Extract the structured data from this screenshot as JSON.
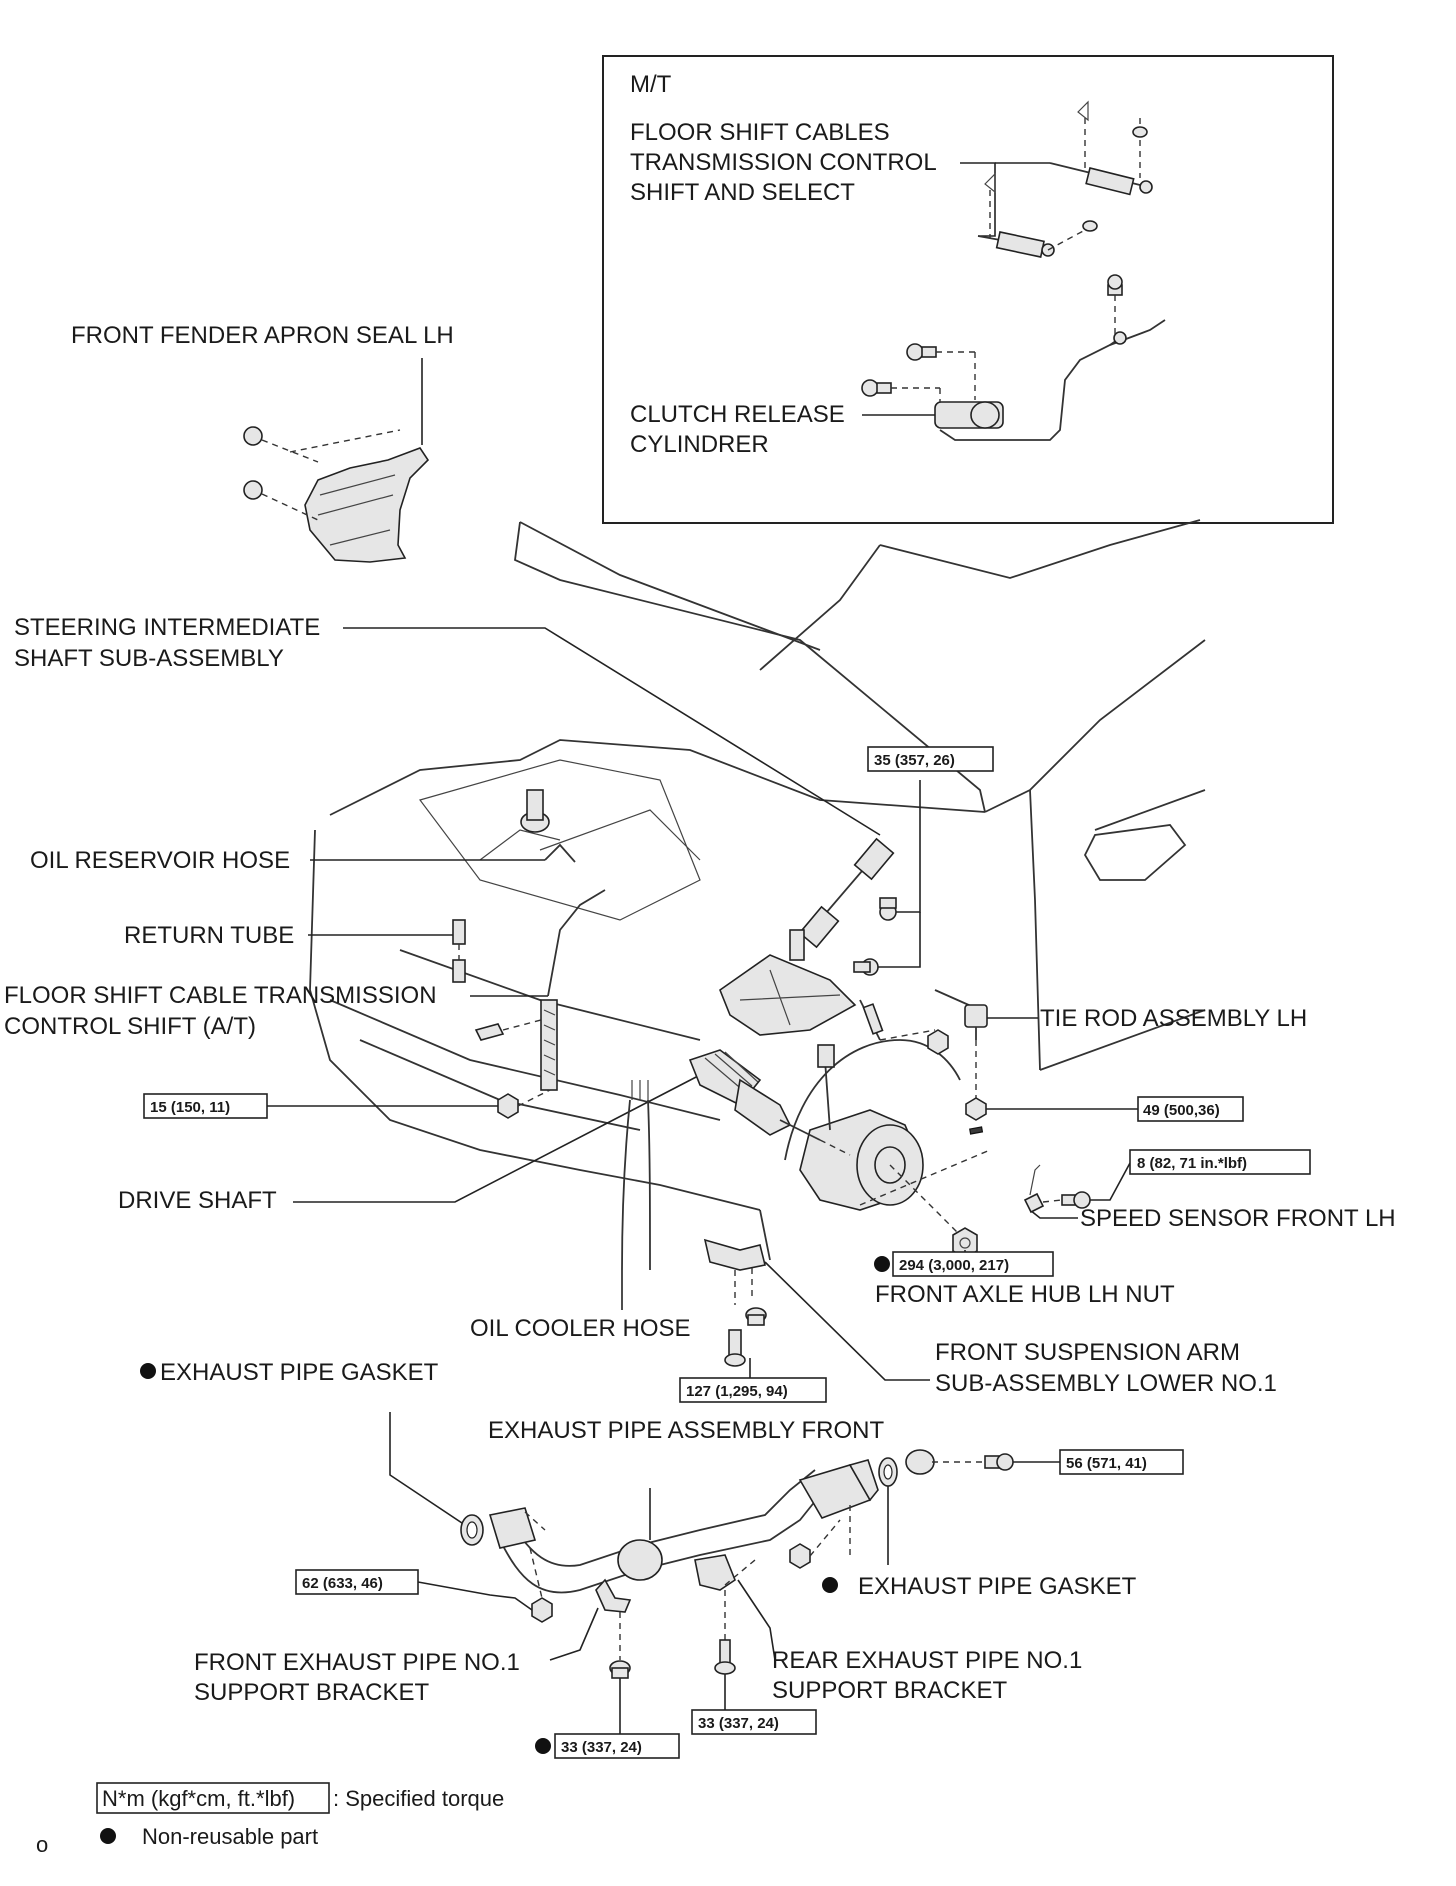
{
  "inset": {
    "title": "M/T",
    "floor_shift_cables": [
      "FLOOR SHIFT CABLES",
      "TRANSMISSION CONTROL",
      "SHIFT AND SELECT"
    ],
    "clutch_release": [
      "CLUTCH RELEASE",
      "CYLINDRER"
    ]
  },
  "labels": {
    "front_fender_apron_seal": "FRONT FENDER APRON SEAL LH",
    "steering_intermediate_shaft": [
      "STEERING INTERMEDIATE",
      "SHAFT SUB-ASSEMBLY"
    ],
    "oil_reservoir_hose": "OIL RESERVOIR HOSE",
    "return_tube": "RETURN TUBE",
    "floor_shift_cable_at": [
      "FLOOR SHIFT CABLE TRANSMISSION",
      "CONTROL SHIFT (A/T)"
    ],
    "tie_rod_assembly": "TIE ROD ASSEMBLY LH",
    "drive_shaft": "DRIVE SHAFT",
    "speed_sensor": "SPEED SENSOR FRONT LH",
    "front_axle_hub_nut": "FRONT AXLE HUB LH NUT",
    "oil_cooler_hose": "OIL COOLER HOSE",
    "front_suspension_arm": [
      "FRONT SUSPENSION ARM",
      "SUB-ASSEMBLY LOWER NO.1"
    ],
    "exhaust_pipe_gasket_top": "EXHAUST PIPE GASKET",
    "exhaust_pipe_assembly": "EXHAUST PIPE ASSEMBLY FRONT",
    "exhaust_pipe_gasket_right": "EXHAUST PIPE GASKET",
    "front_exhaust_support": [
      "FRONT EXHAUST PIPE NO.1",
      "SUPPORT BRACKET"
    ],
    "rear_exhaust_support": [
      "REAR EXHAUST PIPE NO.1",
      "SUPPORT BRACKET"
    ]
  },
  "torques": {
    "steering_shaft": "35 (357, 26)",
    "shift_cable_nut": "15 (150, 11)",
    "tie_rod_nut": "49 (500,36)",
    "speed_sensor_bolt": "8 (82, 71 in.*lbf)",
    "axle_hub_nut": "294 (3,000, 217)",
    "suspension_arm": "127 (1,295, 94)",
    "exhaust_rear_flange": "56 (571, 41)",
    "exhaust_front_flange": "62 (633, 46)",
    "front_bracket": "33 (337, 24)",
    "rear_bracket": "33 (337, 24)"
  },
  "legend": {
    "torque_box": "N*m (kgf*cm, ft.*lbf)",
    "torque_text": ": Specified torque",
    "nonreusable_text": "Non-reusable part",
    "corner_mark": "o"
  }
}
